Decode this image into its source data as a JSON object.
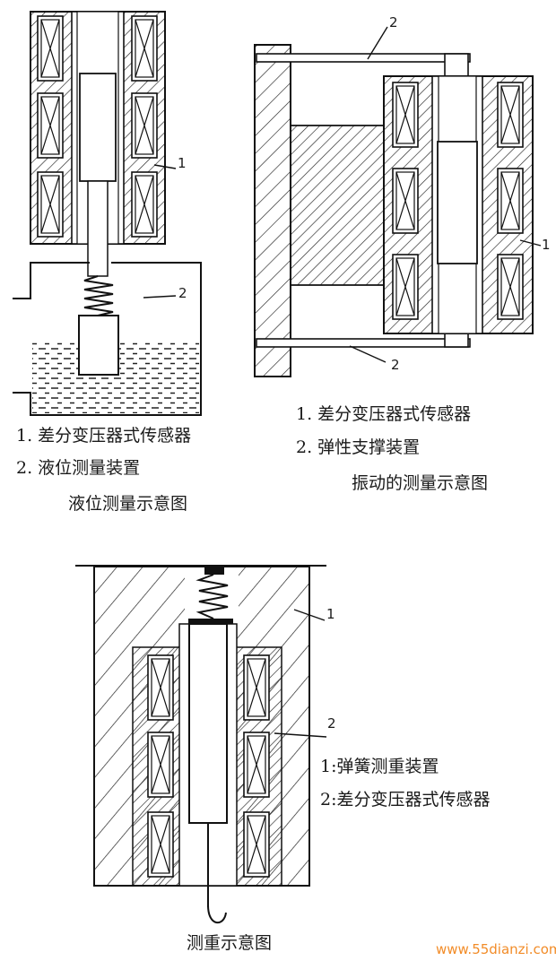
{
  "diagram_level": {
    "callout_1": "1",
    "callout_2": "2",
    "legend_1": "1. 差分变压器式传感器",
    "legend_2": "2. 液位测量装置",
    "title": "液位测量示意图"
  },
  "diagram_vibration": {
    "callout_1": "1",
    "callout_2_top": "2",
    "callout_2_bottom": "2",
    "legend_1": "1. 差分变压器式传感器",
    "legend_2": "2. 弹性支撑装置",
    "title": "振动的测量示意图"
  },
  "diagram_weight": {
    "callout_1": "1",
    "callout_2": "2",
    "legend_1": "1:弹簧测重装置",
    "legend_2": "2:差分变压器式传感器",
    "title": "测重示意图"
  },
  "watermark": "www.55dianzi.com"
}
